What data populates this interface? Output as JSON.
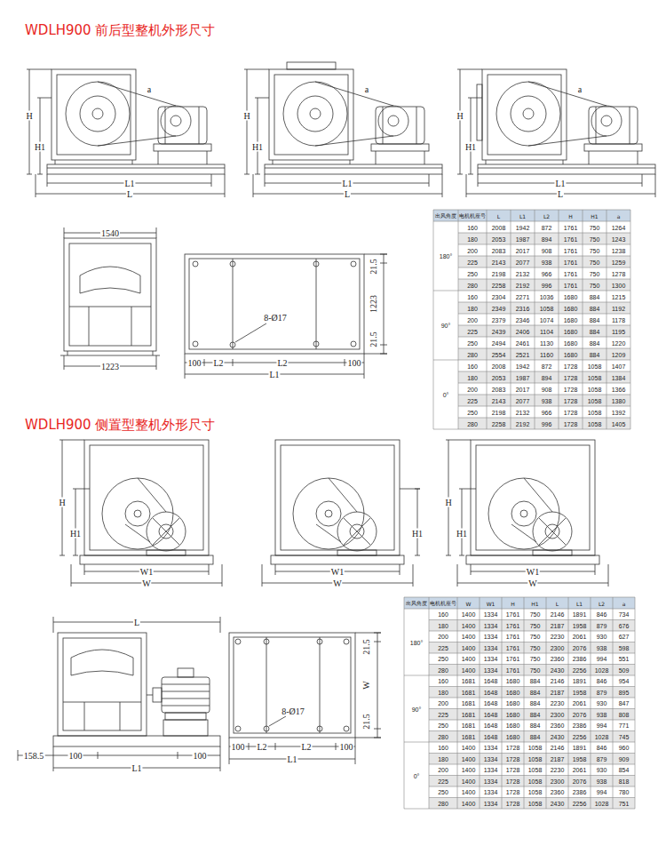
{
  "diagram": {
    "title": "WDLH900 前后型整机外形尺寸",
    "labels": [
      "H",
      "H1",
      "a",
      "L1",
      "L",
      "H",
      "H1",
      "a",
      "L1",
      "L",
      "H",
      "H1",
      "a",
      "L1",
      "L",
      "1540",
      "1223",
      "21.5",
      "1223",
      "21.5",
      "8-Ø17",
      "100",
      "L2",
      "L2",
      "100",
      "L1",
      "出风角度",
      "电机机座号",
      "L",
      "L1",
      "L2",
      "H",
      "H1",
      "a",
      "180°",
      "160",
      "2008",
      "1942",
      "872",
      "1761",
      "750",
      "1264",
      "180",
      "2053",
      "1987",
      "894",
      "1761",
      "750",
      "1243",
      "200",
      "2083",
      "2017",
      "908",
      "1761",
      "750",
      "1238",
      "225",
      "2143",
      "2077",
      "938",
      "1761",
      "750",
      "1259",
      "250",
      "2198",
      "2132",
      "966",
      "1761",
      "750",
      "1278",
      "280",
      "2258",
      "2192",
      "996",
      "1761",
      "750",
      "1300",
      "90°",
      "160",
      "2304",
      "2271",
      "1036",
      "1680",
      "884",
      "1215",
      "180",
      "2349",
      "2316",
      "1058",
      "1680",
      "884",
      "1192",
      "200",
      "2379",
      "2346",
      "1074",
      "1680",
      "884",
      "1178",
      "225",
      "2439",
      "2406",
      "1104",
      "1680",
      "884",
      "1195",
      "250",
      "2494",
      "2461",
      "1130",
      "1680",
      "884",
      "1220",
      "280",
      "2554",
      "2521",
      "1160",
      "1680",
      "884",
      "1209",
      "0°",
      "160",
      "2008",
      "1942",
      "872",
      "1728",
      "1058",
      "1407",
      "180",
      "2053",
      "1987",
      "894",
      "1728",
      "1058",
      "1384",
      "200",
      "2083",
      "2017",
      "908",
      "1728",
      "1058",
      "1366",
      "225",
      "2143",
      "2077",
      "938",
      "1728",
      "1058",
      "1380",
      "250",
      "2198",
      "2132",
      "966",
      "1728",
      "1058",
      "1392",
      "280",
      "2258",
      "2192",
      "996",
      "1728",
      "1058",
      "1405",
      "WDLH900 侧置型整机外形尺寸",
      "H",
      "H1",
      "W1",
      "W",
      "H1",
      "W1",
      "W",
      "H",
      "H1",
      "W1",
      "W",
      "L",
      "158.5",
      "100",
      "100",
      "L1",
      "21.5",
      "W",
      "21.5",
      "8-Ø17",
      "100",
      "L2",
      "L2",
      "100",
      "L1",
      "出风角度",
      "电机机座号",
      "W",
      "W1",
      "H",
      "H1",
      "L",
      "L1",
      "L2",
      "a",
      "180°",
      "160",
      "1400",
      "1334",
      "1761",
      "750",
      "2146",
      "1891",
      "846",
      "734",
      "180",
      "1400",
      "1334",
      "1761",
      "750",
      "2187",
      "1958",
      "879",
      "676",
      "200",
      "1400",
      "1334",
      "1761",
      "750",
      "2230",
      "2061",
      "930",
      "627",
      "225",
      "1400",
      "1334",
      "1761",
      "750",
      "2300",
      "2076",
      "938",
      "598",
      "250",
      "1400",
      "1334",
      "1761",
      "750",
      "2360",
      "2386",
      "994",
      "551",
      "280",
      "1400",
      "1334",
      "1761",
      "750",
      "2430",
      "2256",
      "1028",
      "509",
      "90°",
      "160",
      "1681",
      "1648",
      "1680",
      "884",
      "2146",
      "1891",
      "846",
      "954",
      "180",
      "1681",
      "1648",
      "1680",
      "884",
      "2187",
      "1958",
      "879",
      "895",
      "200",
      "1681",
      "1648",
      "1680",
      "884",
      "2230",
      "2061",
      "930",
      "847",
      "225",
      "1681",
      "1648",
      "1680",
      "884",
      "2300",
      "2076",
      "938",
      "808",
      "250",
      "1681",
      "1648",
      "1680",
      "884",
      "2360",
      "2386",
      "994",
      "771",
      "280",
      "1681",
      "1648",
      "1680",
      "884",
      "2430",
      "2256",
      "1028",
      "745",
      "0°",
      "160",
      "1400",
      "1334",
      "1728",
      "1058",
      "2146",
      "1891",
      "846",
      "960",
      "180",
      "1400",
      "1334",
      "1728",
      "1058",
      "2187",
      "1958",
      "879",
      "909",
      "200",
      "1400",
      "1334",
      "1728",
      "1058",
      "2230",
      "2061",
      "930",
      "854",
      "225",
      "1400",
      "1334",
      "1728",
      "1058",
      "2300",
      "2076",
      "938",
      "818",
      "250",
      "1400",
      "1334",
      "1728",
      "1058",
      "2360",
      "2386",
      "994",
      "780",
      "280",
      "1400",
      "1334",
      "1728",
      "1058",
      "2430",
      "2256",
      "1028",
      "751",
      "WDL"
    ]
  }
}
